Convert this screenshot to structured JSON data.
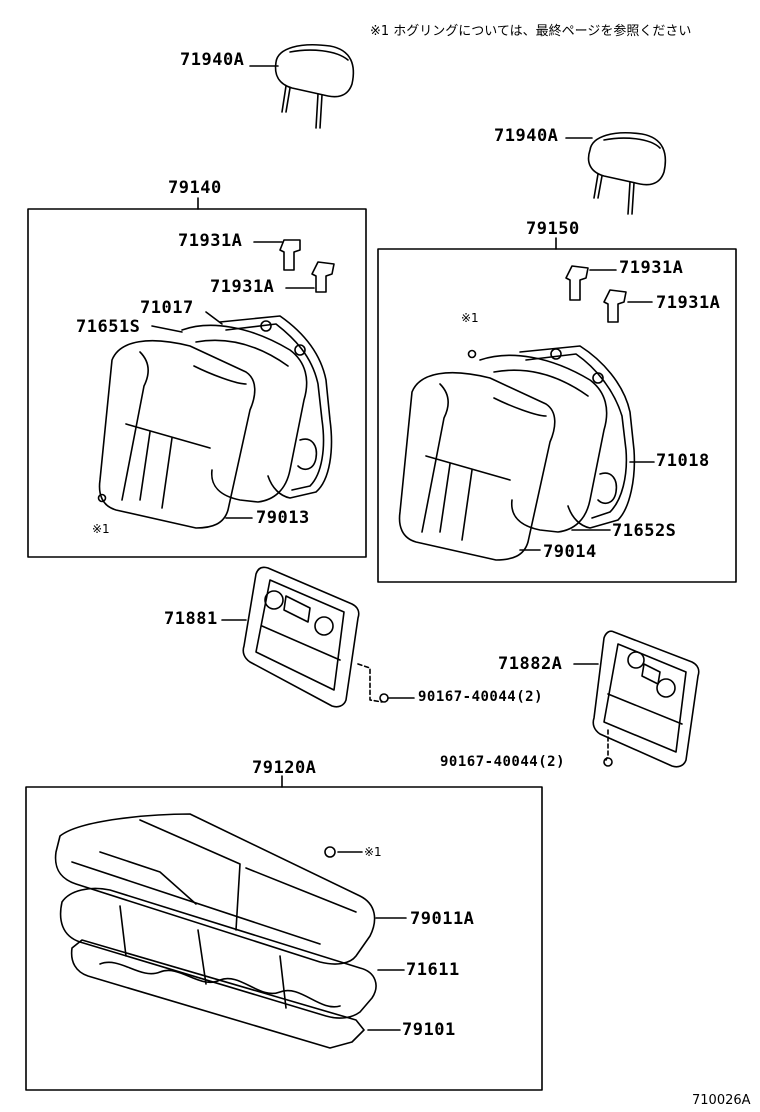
{
  "note": "※1 ホグリングについては、最終ページを参照ください",
  "ref_mark": "※1",
  "drawing_code": "710026A",
  "parts": {
    "headrest_left": "71940A",
    "headrest_right": "71940A",
    "assy_left": "79140",
    "assy_right": "79150",
    "guide_l1": "71931A",
    "guide_l2": "71931A",
    "guide_r1": "71931A",
    "guide_r2": "71931A",
    "frame_left": "71017",
    "pad_left": "71651S",
    "cover_left": "79013",
    "frame_right": "71018",
    "pad_right": "71652S",
    "cover_right": "79014",
    "bezel_left": "71881",
    "bezel_right": "71882A",
    "screw_left": "90167-40044(2)",
    "screw_right": "90167-40044(2)",
    "cushion_assy": "79120A",
    "cushion_cover": "79011A",
    "cushion_pad": "71611",
    "cushion_frame": "79101"
  }
}
